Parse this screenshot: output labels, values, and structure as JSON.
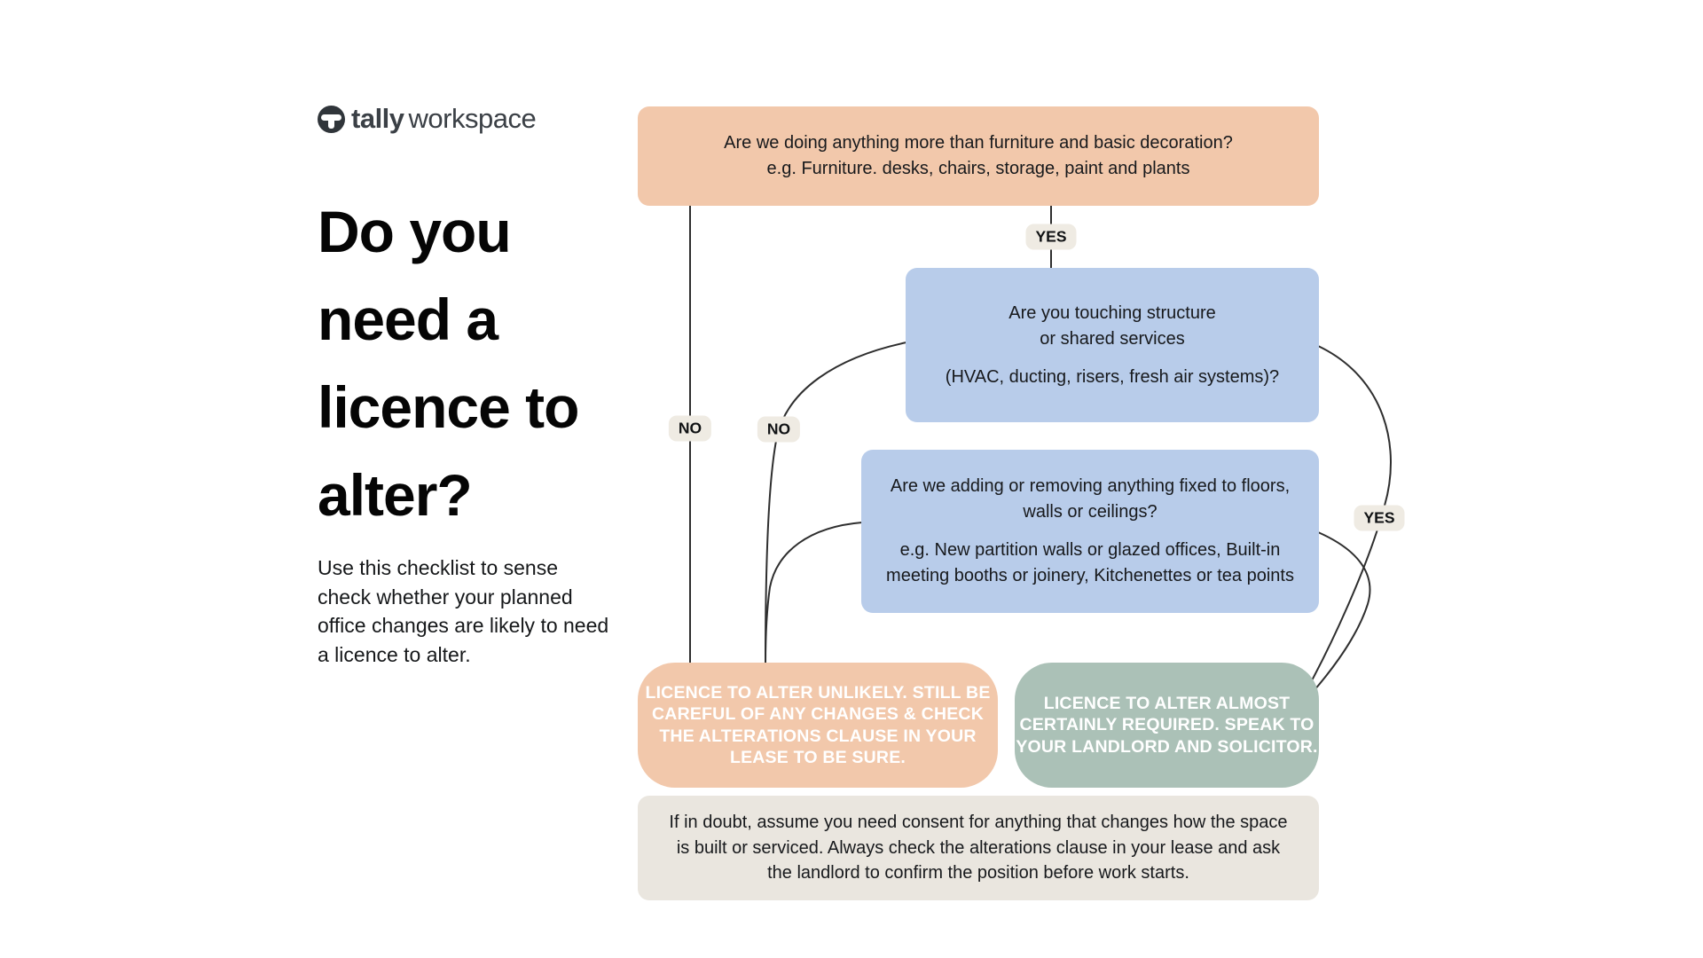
{
  "brand": {
    "icon": "tally-circle-t-icon",
    "name_bold": "tally",
    "name_light": "workspace"
  },
  "left_panel": {
    "title_lines": [
      "Do you",
      "need a",
      "licence to",
      "alter?"
    ],
    "subtitle_lines": [
      "Use this checklist to sense",
      "check whether your planned",
      "office changes are likely to need",
      "a licence to alter."
    ]
  },
  "flowchart": {
    "q1": {
      "lines": [
        "Are we doing anything more than furniture and basic decoration?",
        "e.g. Furniture. desks, chairs, storage, paint and plants"
      ]
    },
    "q2": {
      "lines": [
        "Are you touching structure",
        "or shared services",
        "",
        "(HVAC, ducting, risers, fresh air systems)?"
      ]
    },
    "q3": {
      "lines": [
        "Are we adding or removing anything fixed to floors,",
        "walls or ceilings?",
        "",
        "e.g. New partition walls or glazed offices, Built-in",
        "meeting booths or joinery, Kitchenettes or tea points"
      ]
    },
    "result_unlikely": {
      "lines": [
        "LICENCE TO ALTER UNLIKELY. STILL BE",
        "CAREFUL OF ANY CHANGES & CHECK",
        "THE ALTERATIONS CLAUSE IN YOUR",
        "LEASE TO BE SURE."
      ]
    },
    "result_required": {
      "lines": [
        "LICENCE TO ALTER ALMOST",
        "CERTAINLY REQUIRED. SPEAK TO",
        "YOUR LANDLORD AND SOLICITOR."
      ]
    },
    "footnote": {
      "lines": [
        "If in doubt, assume you need consent for anything that changes how the space",
        "is built or serviced. Always check the alterations clause in your lease and ask",
        "the landlord to confirm the position before work starts."
      ]
    },
    "labels": {
      "yes1": "YES",
      "no1": "NO",
      "no2": "NO",
      "yes2": "YES"
    }
  },
  "colors": {
    "peach": "#F2C8AB",
    "blue": "#B8CCEA",
    "green": "#ABC1B7",
    "beige": "#EAE6DF",
    "pill": "#EFEBE3",
    "line": "#2E2E2E"
  }
}
